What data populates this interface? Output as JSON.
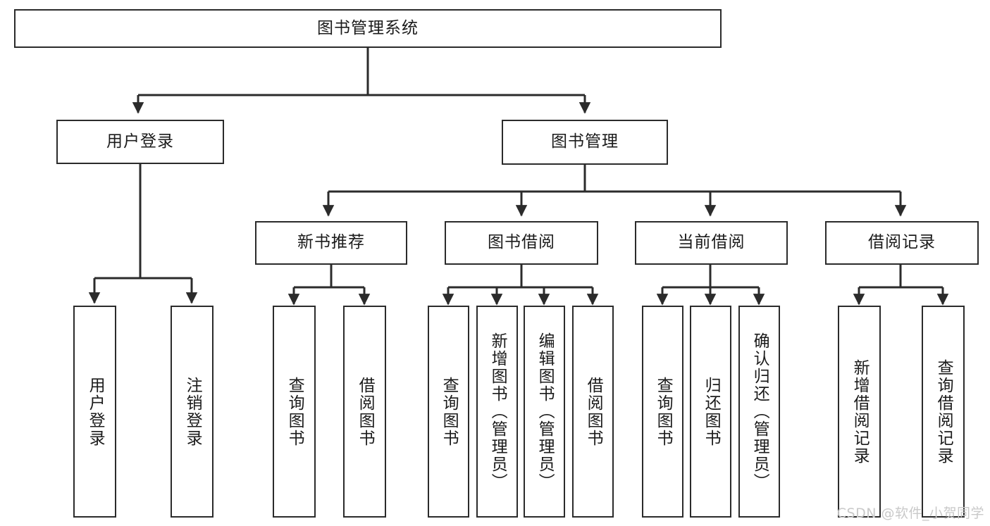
{
  "diagram": {
    "title": "图书管理系统",
    "watermark": "CSDN @软件_小贺同学",
    "colors": {
      "box_stroke": "#2b2b2b",
      "connector": "#2b2b2b",
      "background": "#ffffff",
      "text": "#1b1b1b",
      "watermark": "#c9c9c9"
    },
    "nodes": {
      "root": {
        "label": "图书管理系统",
        "orientation": "horizontal"
      },
      "level2": [
        {
          "label": "用户登录",
          "orientation": "horizontal"
        },
        {
          "label": "图书管理",
          "orientation": "horizontal"
        }
      ],
      "level3": [
        {
          "label": "新书推荐",
          "orientation": "horizontal"
        },
        {
          "label": "图书借阅",
          "orientation": "horizontal"
        },
        {
          "label": "当前借阅",
          "orientation": "horizontal"
        },
        {
          "label": "借阅记录",
          "orientation": "horizontal"
        }
      ],
      "leaves": {
        "user_login": [
          {
            "label": "用户登录",
            "orientation": "vertical"
          },
          {
            "label": "注销登录",
            "orientation": "vertical"
          }
        ],
        "new_book_recommend": [
          {
            "label": "查询图书",
            "orientation": "vertical"
          },
          {
            "label": "借阅图书",
            "orientation": "vertical"
          }
        ],
        "book_borrow": [
          {
            "label": "查询图书",
            "orientation": "vertical"
          },
          {
            "label": "新增图书（管理员）",
            "orientation": "vertical"
          },
          {
            "label": "编辑图书（管理员）",
            "orientation": "vertical"
          },
          {
            "label": "借阅图书",
            "orientation": "vertical"
          }
        ],
        "current_borrow": [
          {
            "label": "查询图书",
            "orientation": "vertical"
          },
          {
            "label": "归还图书",
            "orientation": "vertical"
          },
          {
            "label": "确认归还（管理员）",
            "orientation": "vertical"
          }
        ],
        "borrow_record": [
          {
            "label": "新增借阅记录",
            "orientation": "vertical"
          },
          {
            "label": "查询借阅记录",
            "orientation": "vertical"
          }
        ]
      }
    }
  }
}
